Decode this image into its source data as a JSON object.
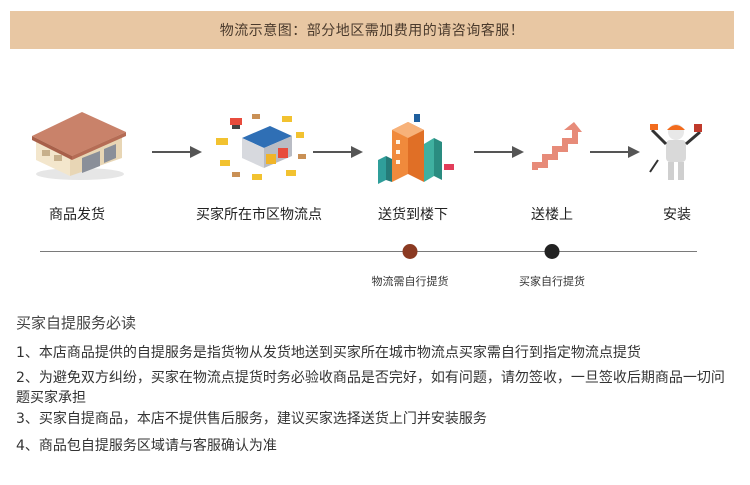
{
  "banner": {
    "text": "物流示意图：部分地区需加费用的请咨询客服！"
  },
  "steps": [
    {
      "label": "商品发货",
      "icon": "warehouse-icon"
    },
    {
      "label": "买家所在市区物流点",
      "icon": "logistics-center-icon"
    },
    {
      "label": "送货到楼下",
      "icon": "city-buildings-icon"
    },
    {
      "label": "送楼上",
      "icon": "stairs-icon"
    },
    {
      "label": "安装",
      "icon": "installer-worker-icon"
    }
  ],
  "timeline": {
    "markers": [
      {
        "label": "物流需自行提货",
        "color": "#8b3a22"
      },
      {
        "label": "买家自行提货",
        "color": "#222222"
      }
    ]
  },
  "notice": {
    "title": "买家自提服务必读",
    "items": [
      "1、本店商品提供的自提服务是指货物从发货地送到买家所在城市物流点买家需自行到指定物流点提货",
      "2、为避免双方纠纷，买家在物流点提货时务必验收商品是否完好，如有问题，请勿签收，一旦签收后期商品一切问题买家承担",
      "3、买家自提商品，本店不提供售后服务，建议买家选择送货上门并安装服务",
      "4、商品包自提服务区域请与客服确认为准"
    ]
  }
}
